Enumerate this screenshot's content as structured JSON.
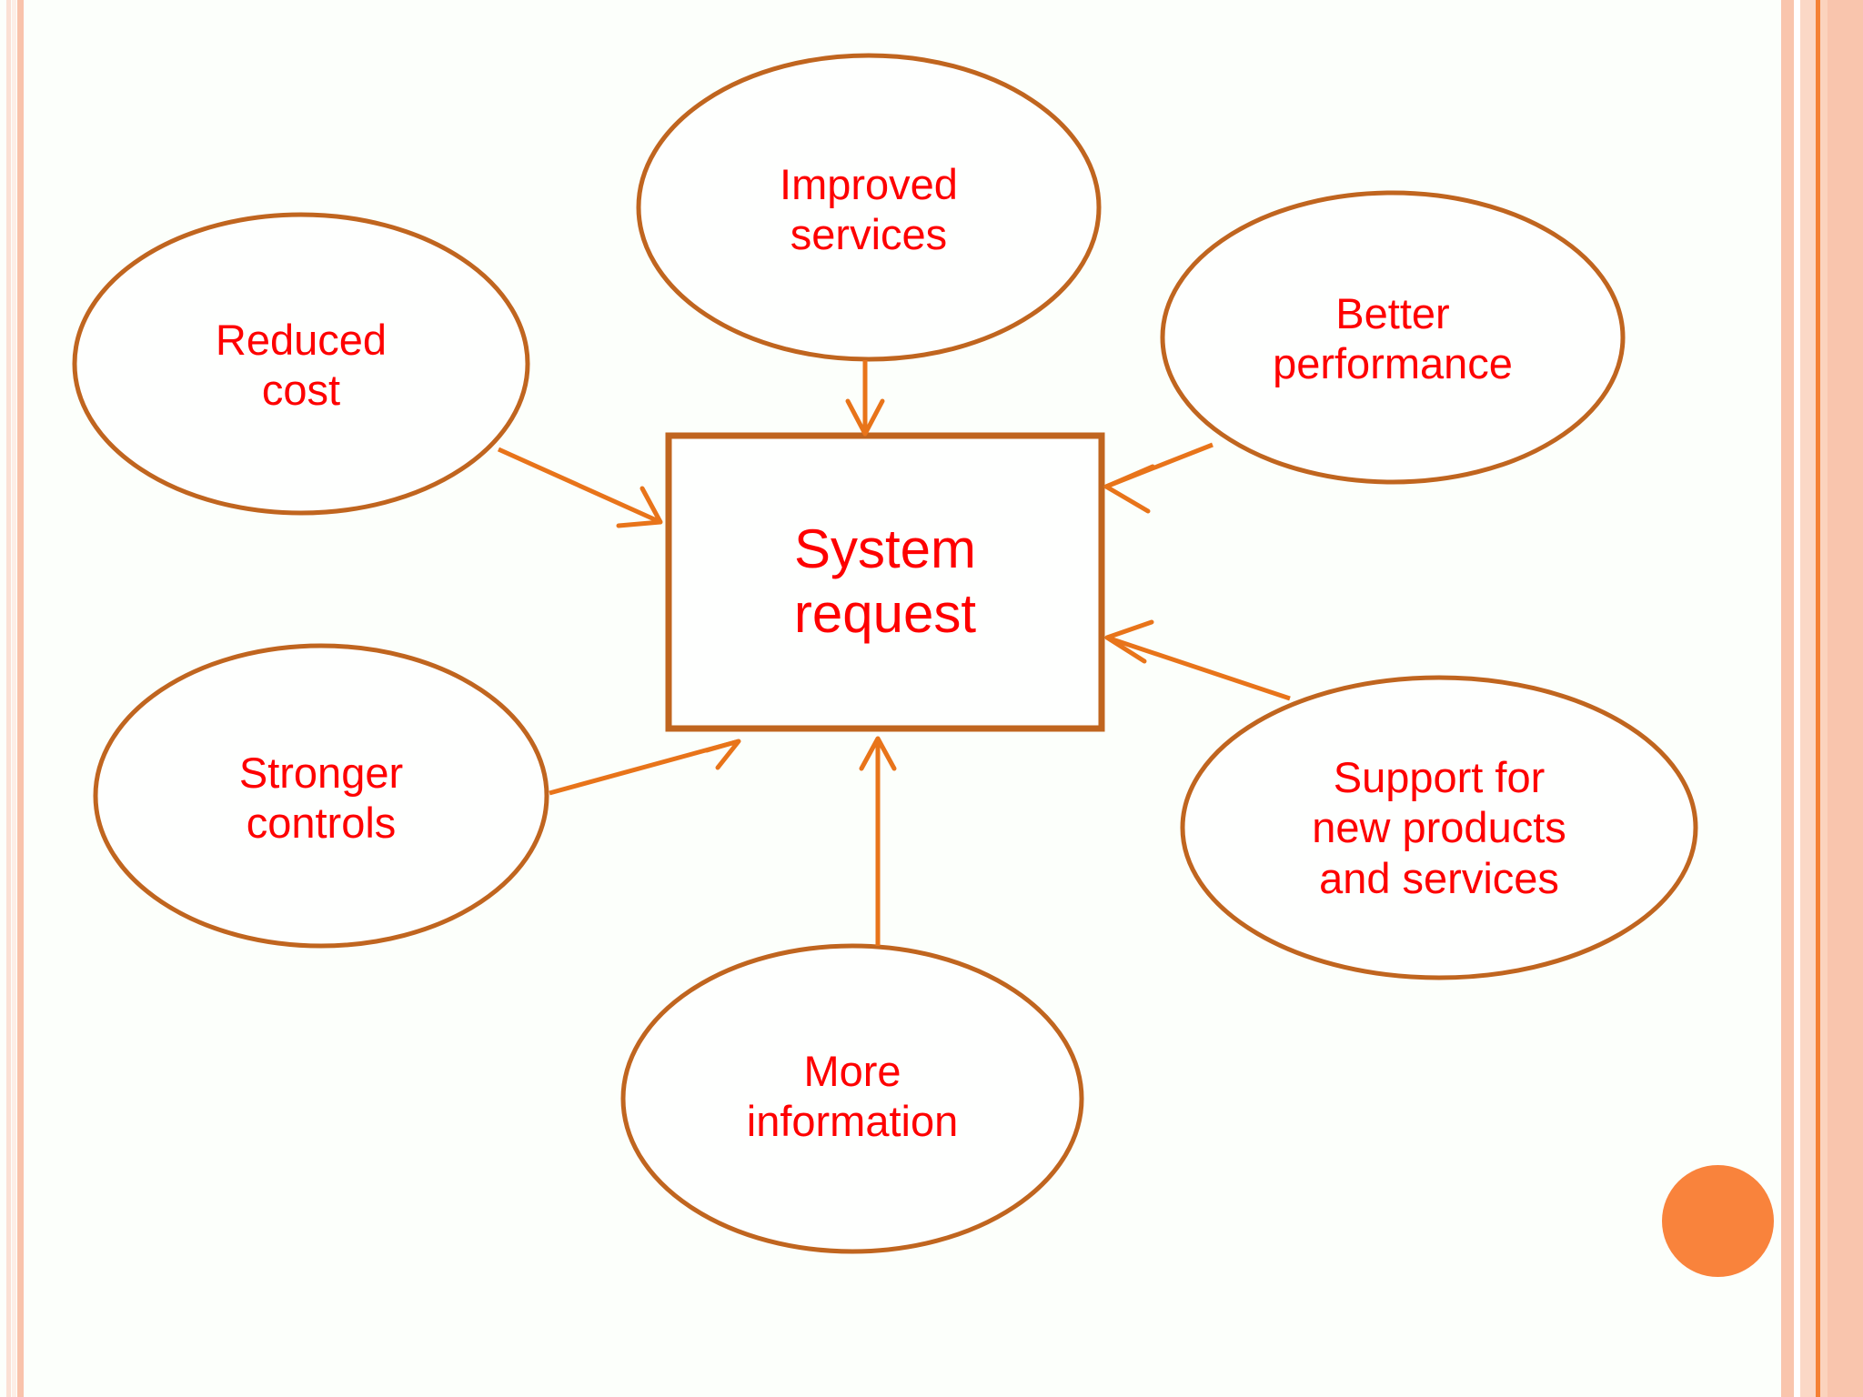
{
  "slide": {
    "background_color": "#fcfffb",
    "accent_brown": "#bf6318",
    "accent_orange": "#e8741a",
    "text_red": "#fe0000",
    "decor_circle_color": "#f9833c",
    "border_salmon": "#f9c5ad"
  },
  "center": {
    "label": "System\nrequest",
    "name": "system-request"
  },
  "nodes": [
    {
      "id": "improved-services",
      "label": "Improved\nservices"
    },
    {
      "id": "better-performance",
      "label": "Better\nperformance"
    },
    {
      "id": "reduced-cost",
      "label": "Reduced\ncost"
    },
    {
      "id": "stronger-controls",
      "label": "Stronger\ncontrols"
    },
    {
      "id": "more-information",
      "label": "More\ninformation"
    },
    {
      "id": "support-new-products",
      "label": "Support for\nnew products\nand services"
    }
  ],
  "arrows": [
    {
      "from": "improved-services",
      "to": "system-request",
      "direction": "down"
    },
    {
      "from": "better-performance",
      "to": "system-request",
      "direction": "down-left"
    },
    {
      "from": "reduced-cost",
      "to": "system-request",
      "direction": "down-right"
    },
    {
      "from": "stronger-controls",
      "to": "system-request",
      "direction": "up-right"
    },
    {
      "from": "more-information",
      "to": "system-request",
      "direction": "up"
    },
    {
      "from": "support-new-products",
      "to": "system-request",
      "direction": "up-left"
    }
  ]
}
